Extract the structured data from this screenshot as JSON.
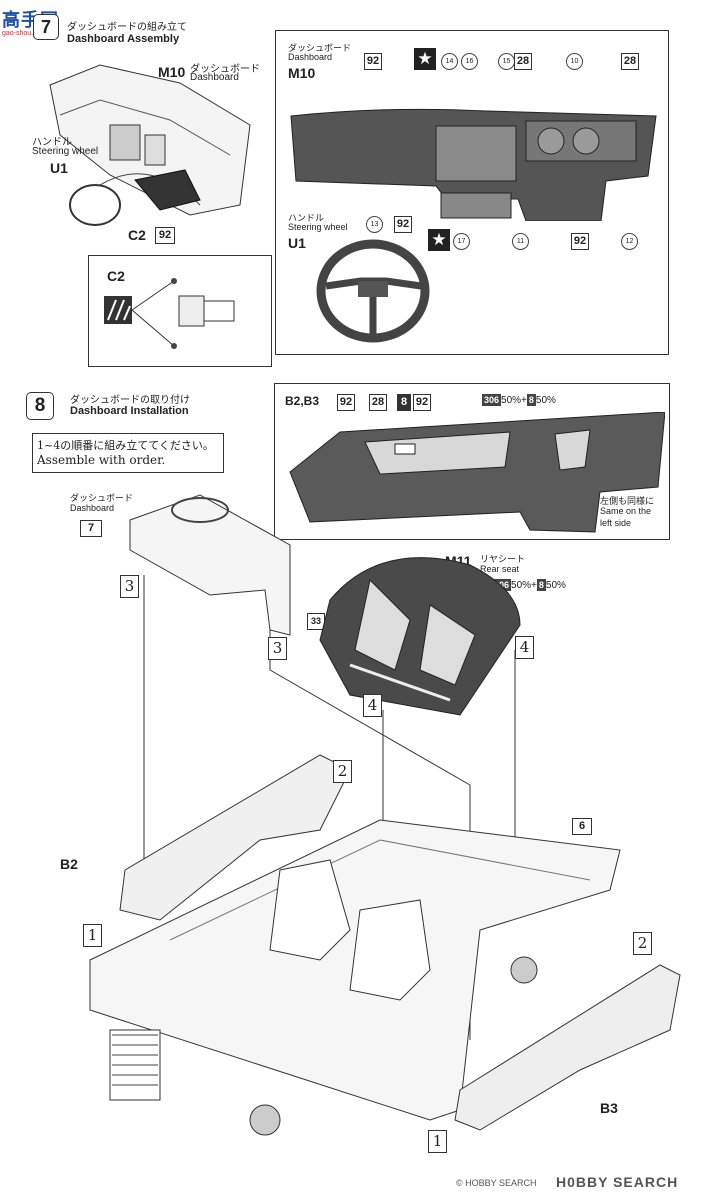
{
  "watermark": {
    "top": "高手网",
    "sub": "gao-shou.com"
  },
  "step7": {
    "number": "7",
    "title_jp": "ダッシュボードの組み立て",
    "title_en": "Dashboard Assembly",
    "m10_code": "M10",
    "m10_jp": "ダッシュボード",
    "m10_en": "Dashboard",
    "u1_jp": "ハンドル",
    "u1_en": "Steering wheel",
    "u1_code": "U1",
    "c2_code": "C2",
    "color_92": "92",
    "inset_c2": "C2"
  },
  "step7_detail": {
    "m10_jp": "ダッシュボード",
    "m10_en": "Dashboard",
    "m10_code": "M10",
    "u1_jp": "ハンドル",
    "u1_en": "Steering wheel",
    "u1_code": "U1",
    "labels": {
      "c92a": "92",
      "c14": "14",
      "c16": "16",
      "c15": "15",
      "c28a": "28",
      "c10": "10",
      "c28b": "28",
      "c17": "17",
      "c11": "11",
      "c92b": "92",
      "c12": "12",
      "c13": "13",
      "c92c": "92"
    }
  },
  "step8": {
    "number": "8",
    "title_jp": "ダッシュボードの取り付け",
    "title_en": "Dashboard Installation",
    "note_jp": "1~4の順番に組み立ててください。",
    "note_en": "Assemble with order.",
    "dash_jp": "ダッシュボード",
    "dash_en": "Dashboard",
    "dash_step": "7",
    "rear_code": "M11",
    "rear_jp": "リヤシート",
    "rear_en": "Rear seat",
    "rear_mix_a": "306",
    "rear_mix_pct_a": "50%+",
    "rear_mix_b": "8",
    "rear_mix_pct_b": "50%",
    "color_33": "33",
    "b2": "B2",
    "b3": "B3",
    "step6": "6",
    "order": [
      "1",
      "2",
      "3",
      "4"
    ]
  },
  "step8_detail": {
    "codes": "B2,B3",
    "c92a": "92",
    "c28": "28",
    "c8": "8",
    "c92b": "92",
    "mix_a": "306",
    "mix_pct_a": "50%+",
    "mix_b": "8",
    "mix_pct_b": "50%",
    "side_jp": "左側も同様に",
    "side_en1": "Same on the",
    "side_en2": "left side"
  },
  "footer": {
    "brand": "H0BBY SEARCH",
    "copyright": "© HOBBY SEARCH"
  }
}
